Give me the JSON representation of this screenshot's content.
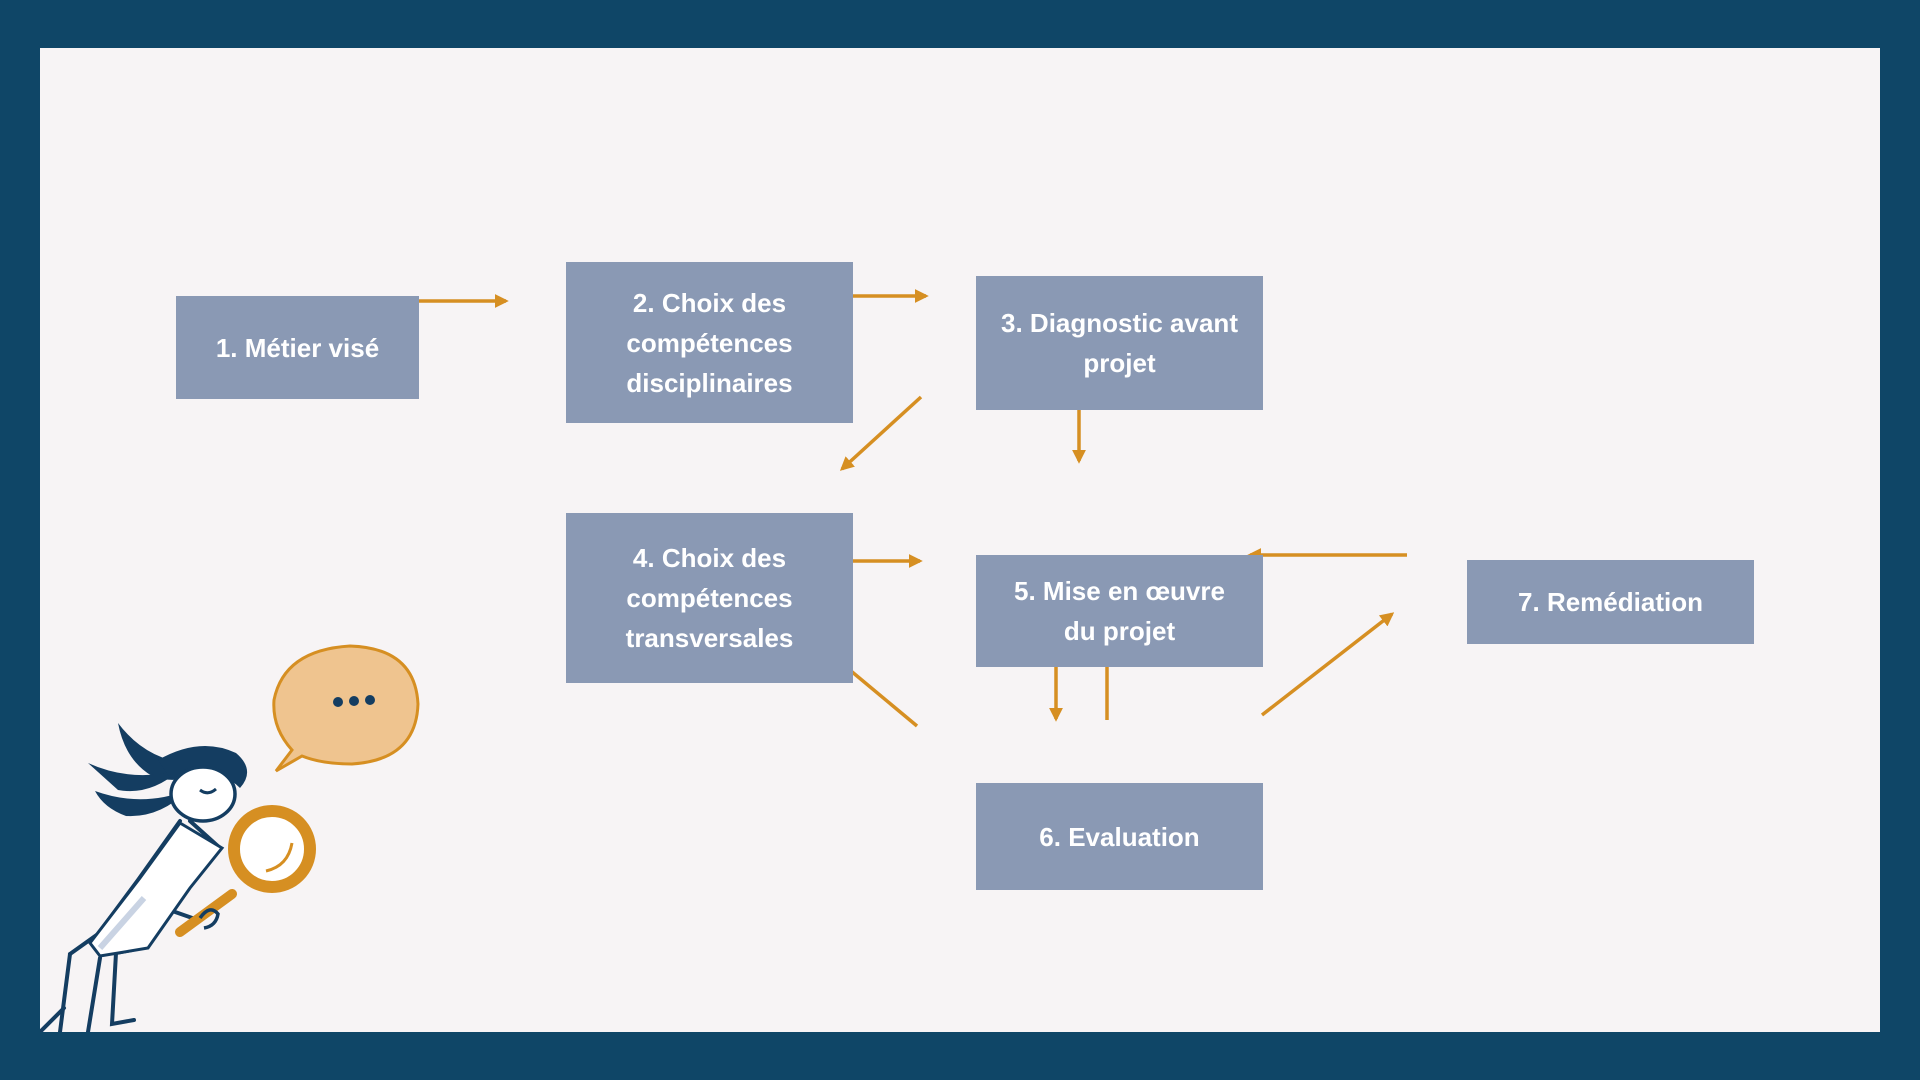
{
  "diagram": {
    "nodes": [
      {
        "id": "b1",
        "label": "1. Métier visé"
      },
      {
        "id": "b2",
        "label": "2. Choix des\ncompétences\ndisciplinaires"
      },
      {
        "id": "b3",
        "label": "3. Diagnostic avant\nprojet"
      },
      {
        "id": "b4",
        "label": "4. Choix des\ncompétences\ntransversales"
      },
      {
        "id": "b5",
        "label": "5. Mise en œuvre\ndu projet"
      },
      {
        "id": "b6",
        "label": "6. Evaluation"
      },
      {
        "id": "b7",
        "label": "7. Remédiation"
      }
    ],
    "edges": [
      {
        "from": "1. Métier visé",
        "to": "2. Choix des compétences disciplinaires"
      },
      {
        "from": "2. Choix des compétences disciplinaires",
        "to": "3. Diagnostic avant projet"
      },
      {
        "from": "3. Diagnostic avant projet",
        "to": "4. Choix des compétences transversales"
      },
      {
        "from": "3. Diagnostic avant projet",
        "to": "5. Mise en œuvre du projet"
      },
      {
        "from": "4. Choix des compétences transversales",
        "to": "5. Mise en œuvre du projet"
      },
      {
        "from": "5. Mise en œuvre du projet",
        "to": "6. Evaluation"
      },
      {
        "from": "6. Evaluation",
        "to": "5. Mise en œuvre du projet"
      },
      {
        "from": "6. Evaluation",
        "to": "4. Choix des compétences transversales"
      },
      {
        "from": "6. Evaluation",
        "to": "7. Remédiation"
      },
      {
        "from": "7. Remédiation",
        "to": "5. Mise en œuvre du projet"
      }
    ]
  },
  "colors": {
    "background_border": "#0f4667",
    "slide_background": "#f7f4f5",
    "box_fill": "#8a99b4",
    "box_text": "#ffffff",
    "arrow": "#d68f22",
    "accent_orange_light": "#efc48f",
    "figure_navy": "#143d61"
  },
  "illustration": {
    "icon": "person-with-magnifying-glass-and-speech-bubble-icon",
    "speech_bubble_content": "•••"
  }
}
